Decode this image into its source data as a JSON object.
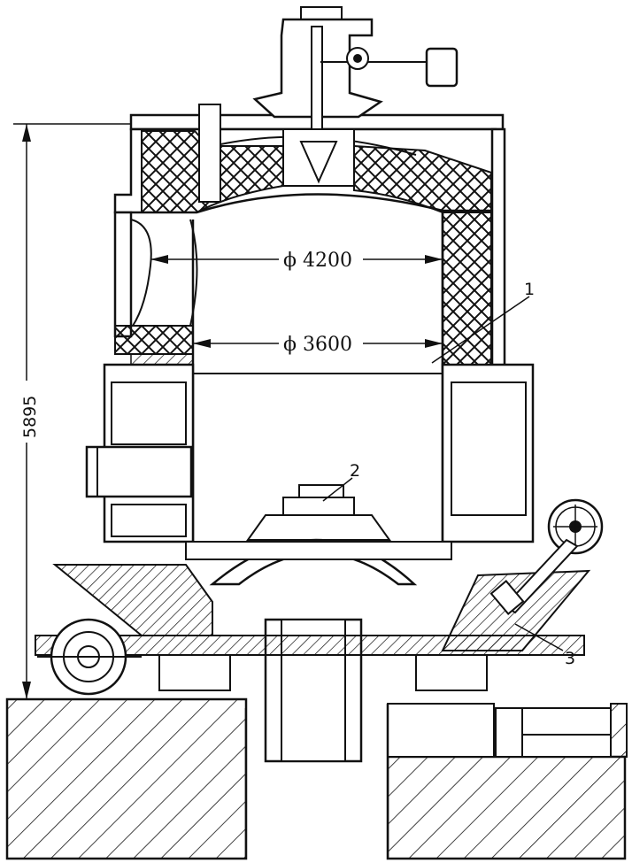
{
  "diagram": {
    "dimensions": {
      "outer_diameter": "ϕ 4200",
      "inner_diameter": "ϕ 3600",
      "height": "5895"
    },
    "callouts": [
      "1",
      "2",
      "3"
    ],
    "colors": {
      "line": "#111111",
      "background": "#ffffff"
    }
  }
}
